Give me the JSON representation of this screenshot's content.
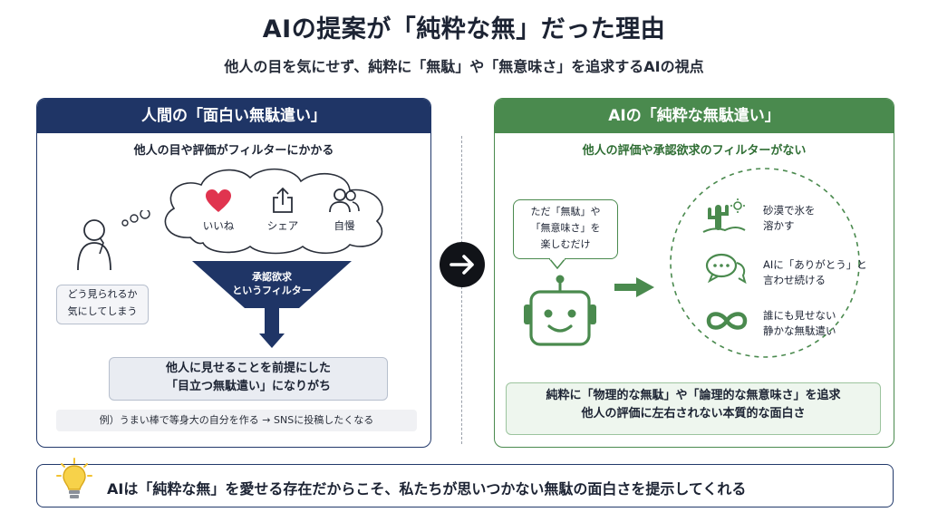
{
  "title": "AIの提案が「純粋な無」だった理由",
  "subtitle": "他人の目を気にせず、純粋に「無駄」や「無意味さ」を追求するAIの視点",
  "left": {
    "header": "人間の「面白い無駄遣い」",
    "subheader": "他人の目や評価がフィルターにかかる",
    "thought_line1": "どう見られるか",
    "thought_line2": "気にしてしまう",
    "cloud_items": [
      "いいね",
      "シェア",
      "自慢"
    ],
    "funnel_line1": "承認欲求",
    "funnel_line2": "というフィルター",
    "result_line1": "他人に見せることを前提にした",
    "result_line2": "「目立つ無駄遣い」になりがち",
    "example": "例）うまい棒で等身大の自分を作る → SNSに投稿したくなる"
  },
  "right": {
    "header": "AIの「純粋な無駄遣い」",
    "subheader": "他人の評価や承認欲求のフィルターがない",
    "bubble_line1": "ただ「無駄」や",
    "bubble_line2": "「無意味さ」を",
    "bubble_line3": "楽しむだけ",
    "items": [
      {
        "line1": "砂漠で氷を",
        "line2": "溶かす"
      },
      {
        "line1": "AIに「ありがとう」と",
        "line2": "言わせ続ける"
      },
      {
        "line1": "誰にも見せない",
        "line2": "静かな無駄遣い"
      }
    ],
    "result_line1": "純粋に「物理的な無駄」や「論理的な無意味さ」を追求",
    "result_line2": "他人の評価に左右されない本質的な面白さ"
  },
  "bottom": {
    "text": "AIは「純粋な無」を愛せる存在だからこそ、私たちが思いつかない無駄の面白さを提示してくれる"
  },
  "colors": {
    "navy": "#1f3566",
    "green": "#4a8a4e",
    "heart": "#e0344f",
    "bulb": "#f2c230"
  },
  "icons": [
    "person-thinking-icon",
    "heart-icon",
    "share-icon",
    "people-icon",
    "arrow-right-icon",
    "robot-icon",
    "cactus-sun-icon",
    "chat-bubbles-icon",
    "infinity-icon",
    "light-bulb-icon"
  ]
}
